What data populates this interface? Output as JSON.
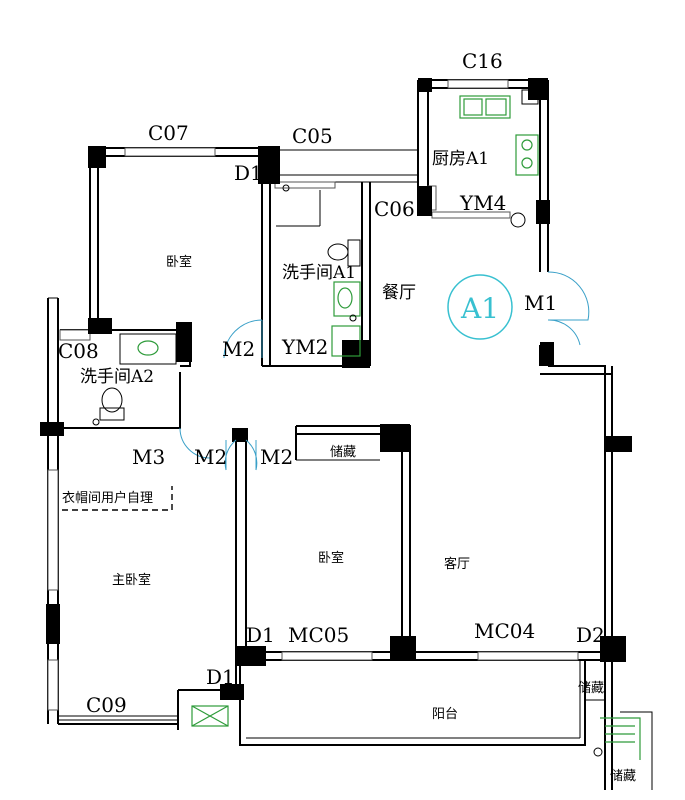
{
  "codes": {
    "c16": "C16",
    "c07": "C07",
    "c05": "C05",
    "d1_top": "D1",
    "c06": "C06",
    "ym4": "YM4",
    "m1": "M1",
    "c08": "C08",
    "m2_left": "M2",
    "ym2": "YM2",
    "m3": "M3",
    "m2_mid_a": "M2",
    "m2_mid_b": "M2",
    "d1_mid": "D1",
    "mc05": "MC05",
    "mc04": "MC04",
    "d2": "D2",
    "d1_low": "D1",
    "c09": "C09",
    "unit_badge": "A1"
  },
  "rooms": {
    "kitchen": "厨房A1",
    "bedroom_top": "卧室",
    "bath_a1": "洗手间A1",
    "dining": "餐厅",
    "bath_a2": "洗手间A2",
    "storage_mid": "储藏",
    "closet_note": "衣帽间用户自理",
    "master_bedroom": "主卧室",
    "bedroom_mid": "卧室",
    "living": "客厅",
    "balcony": "阳台",
    "storage_right_a": "储藏",
    "storage_right_b": "储藏"
  }
}
